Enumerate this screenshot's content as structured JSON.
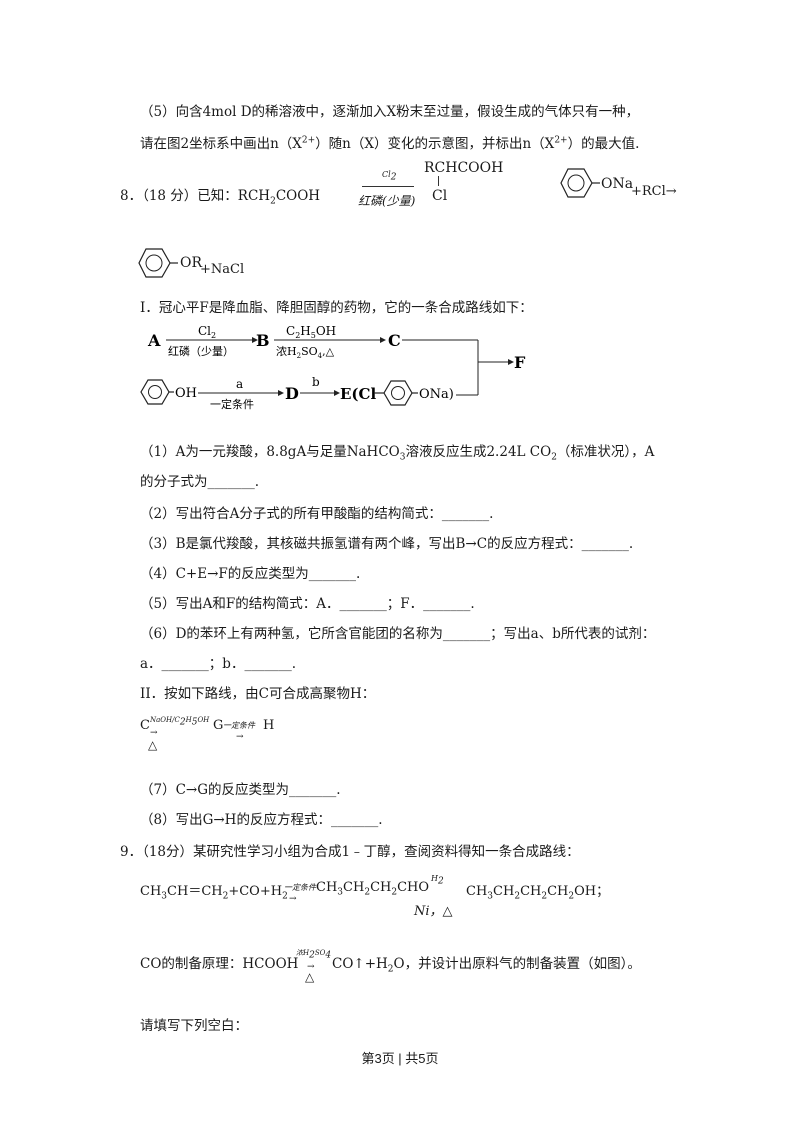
{
  "q7_5": {
    "line1": "（5）向含4mol D的稀溶液中，逐渐加入X粉末至过量，假设生成的气体只有一种，",
    "line2": "请在图2坐标系中画出n（X",
    "line2_sup": "2+",
    "line2b": "）随n（X）变化的示意图，并标出n（X",
    "line2b_sup": "2+",
    "line2c": "）的最大值."
  },
  "q8": {
    "header": "8．（18 分）已知：RCH",
    "header_sub": "2",
    "header2": "COOH",
    "cl2": "Cl",
    "cl2_sub": "2",
    "red_p": "红磷(少量)",
    "product_top": "RCHCOOH",
    "product_cl": "Cl",
    "ona": "ONa",
    "plus_rcl": "+RCl→",
    "or": "OR",
    "plus_nacl": "+NaCl",
    "part1": "I．冠心平F是降血脂、降胆固醇的药物，它的一条合成路线如下：",
    "route": {
      "A": "A",
      "cl2": "Cl",
      "cl2_sub": "2",
      "redp": "红磷（少量）",
      "B": "B",
      "etoh": "C",
      "etoh_sub1": "2",
      "etoh_mid": "H",
      "etoh_sub2": "5",
      "etoh_end": "OH",
      "h2so4": "浓H",
      "h2so4_sub1": "2",
      "h2so4_mid": "SO",
      "h2so4_sub2": "4",
      "h2so4_end": ",△",
      "C": "C",
      "F": "F",
      "oh": "OH",
      "a": "a",
      "cond": "一定条件",
      "D": "D",
      "b": "b",
      "E": "E(Cl",
      "ona": "ONa)"
    },
    "q1_line1": "（1）A为一元羧酸，8.8gA与足量NaHCO",
    "q1_line1_sub": "3",
    "q1_line1b": "溶液反应生成2.24L  CO",
    "q1_line1b_sub": "2",
    "q1_line1c": "（标准状况），A",
    "q1_line2": "的分子式为_______.",
    "q2": "（2）写出符合A分子式的所有甲酸酯的结构简式：_______.",
    "q3": "（3）B是氯代羧酸，其核磁共振氢谱有两个峰，写出B→C的反应方程式：_______.",
    "q4": "（4）C+E→F的反应类型为_______.",
    "q5": "（5）写出A和F的结构简式：A．_______；F．_______.",
    "q6_line1": "（6）D的苯环上有两种氢，它所含官能团的名称为_______；写出a、b所代表的试剂：",
    "q6_line2": "a．_______；b．_______.",
    "part2": "II．按如下路线，由C可合成高聚物H：",
    "route2": {
      "C": "C",
      "naoh": "NaOH/C",
      "naoh_sub1": "2",
      "naoh_mid": "H",
      "naoh_sub2": "5",
      "naoh_end": "OH",
      "G": "G",
      "cond": "一定条件",
      "H": "H",
      "arrow": "→",
      "delta": "△"
    },
    "q7": "（7）C→G的反应类型为_______.",
    "q8": "（8）写出G→H的反应方程式：_______."
  },
  "q9": {
    "header": "9．（18分）某研究性学习小组为合成1﹣丁醇，查阅资料得知一条合成路线：",
    "eq_a": "CH",
    "eq_a_sub": "3",
    "eq_b": "CH＝CH",
    "eq_b_sub": "2",
    "eq_c": "+CO+H",
    "eq_c_sub": "2",
    "eq_cond": "一定条件",
    "eq_arrow": "→",
    "eq_d": "CH",
    "eq_d_sub": "3",
    "eq_e": "CH",
    "eq_e_sub": "2",
    "eq_f": "CH",
    "eq_f_sub": "2",
    "eq_g": "CHO",
    "eq_h2": "H",
    "eq_h2_sub": "2",
    "eq_ni": "Ni，△",
    "eq_prod": "CH",
    "eq_prod_sub1": "3",
    "eq_prod2": "CH",
    "eq_prod_sub2": "2",
    "eq_prod3": "CH",
    "eq_prod_sub3": "2",
    "eq_prod4": "CH",
    "eq_prod_sub4": "2",
    "eq_prod5": "OH；",
    "co_line": "CO的制备原理：HCOOH",
    "co_cond": "浓H",
    "co_cond_sub1": "2",
    "co_cond_mid": "SO",
    "co_cond_sub2": "4",
    "co_arrow": "→",
    "co_delta": "△",
    "co_rest": "CO↑+H",
    "co_rest_sub": "2",
    "co_rest2": "O，并设计出原料气的制备装置（如图）。",
    "fill": "请填写下列空白："
  },
  "footer": "第3页 | 共5页"
}
